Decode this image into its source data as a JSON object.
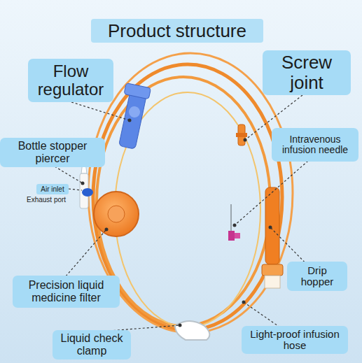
{
  "diagram": {
    "title": "Product structure",
    "nodes": [
      {
        "text": [
          "Flow regulator"
        ]
      },
      {
        "text": [
          "Screw joint"
        ]
      },
      {
        "text": [
          "Bottle stopper piercer"
        ]
      },
      {
        "text": [
          "Intravenous infusion needle"
        ]
      },
      {
        "text": [
          "Air inlet"
        ]
      },
      {
        "text": [
          "Drip hopper"
        ]
      },
      {
        "text": [
          "Precision liquid medicine filter"
        ]
      },
      {
        "text": [
          "Liquid check clamp"
        ]
      },
      {
        "text": [
          "Light-proof infusion hose"
        ]
      }
    ],
    "edges": [],
    "labels": [
      "Exhaust port"
    ]
  }
}
